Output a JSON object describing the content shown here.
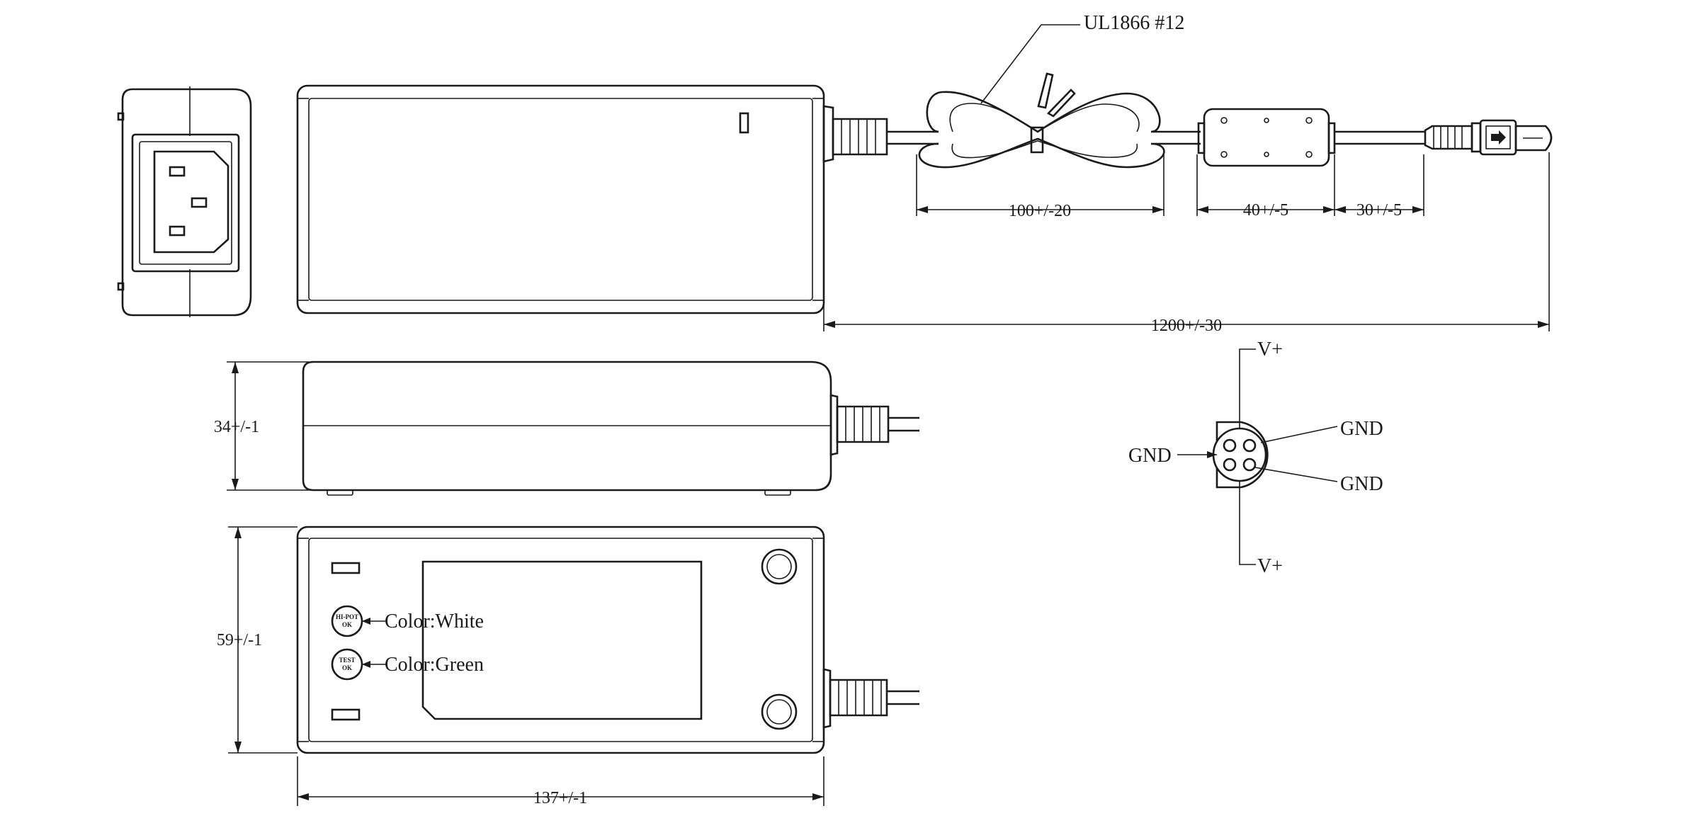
{
  "dimensions": {
    "cable_loop": "100+/-20",
    "ferrite_core": "40+/-5",
    "core_to_plug": "30+/-5",
    "cable_length": "1200+/-30",
    "height": "34+/-1",
    "width": "59+/-1",
    "length": "137+/-1"
  },
  "cable": {
    "spec": "UL1866 #12"
  },
  "labels": {
    "label_1_text": "Color:White",
    "label_2_text": "Color:Green",
    "label_1_stamp": [
      "HI-POT",
      "OK"
    ],
    "label_2_stamp": [
      "TEST",
      "OK"
    ]
  },
  "pinout": {
    "top": "V+",
    "bottom": "V+",
    "left": "GND",
    "right_upper": "GND",
    "right_lower": "GND"
  }
}
